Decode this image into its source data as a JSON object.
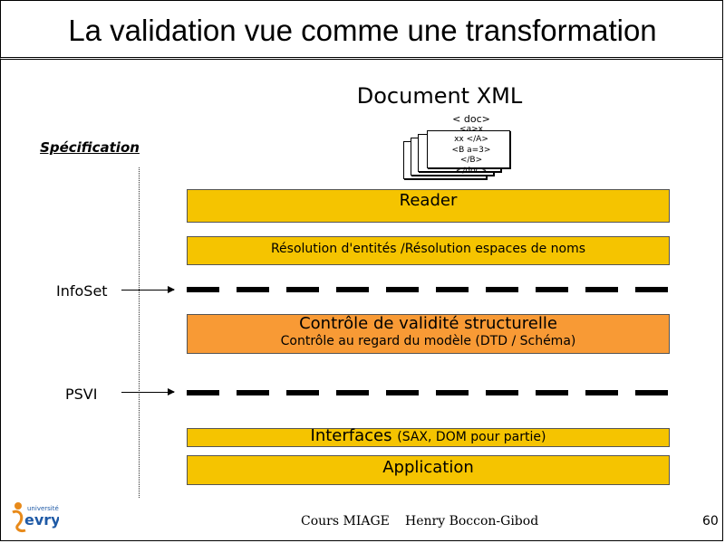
{
  "title": "La validation vue comme une transformation",
  "document_heading": "Document XML",
  "xml_snippet": [
    "< doc>",
    "<a>x",
    "xx </A>",
    "<B a=3>",
    "</B>",
    "</doc>"
  ],
  "specification_label": "Spécification",
  "layers": {
    "reader": "Reader",
    "resolution": "Résolution d'entités /Résolution espaces de noms",
    "validation_title": "Contrôle de validité structurelle",
    "validation_subtitle": "Contrôle au regard du modèle (DTD / Schéma)",
    "interfaces_title": "Interfaces",
    "interfaces_detail": "(SAX, DOM pour partie)",
    "application": "Application"
  },
  "stages": {
    "infoset": "InfoSet",
    "psvi": "PSVI"
  },
  "footer": {
    "course": "Cours MIAGE",
    "author": "Henry Boccon-Gibod",
    "page": "60"
  },
  "logo_text": {
    "line1": "université",
    "line2": "evry"
  },
  "colors": {
    "layer_yellow": "#f5c400",
    "layer_orange": "#f89a35",
    "logo_blue": "#1f5aa6",
    "logo_orange": "#e88a1a"
  }
}
